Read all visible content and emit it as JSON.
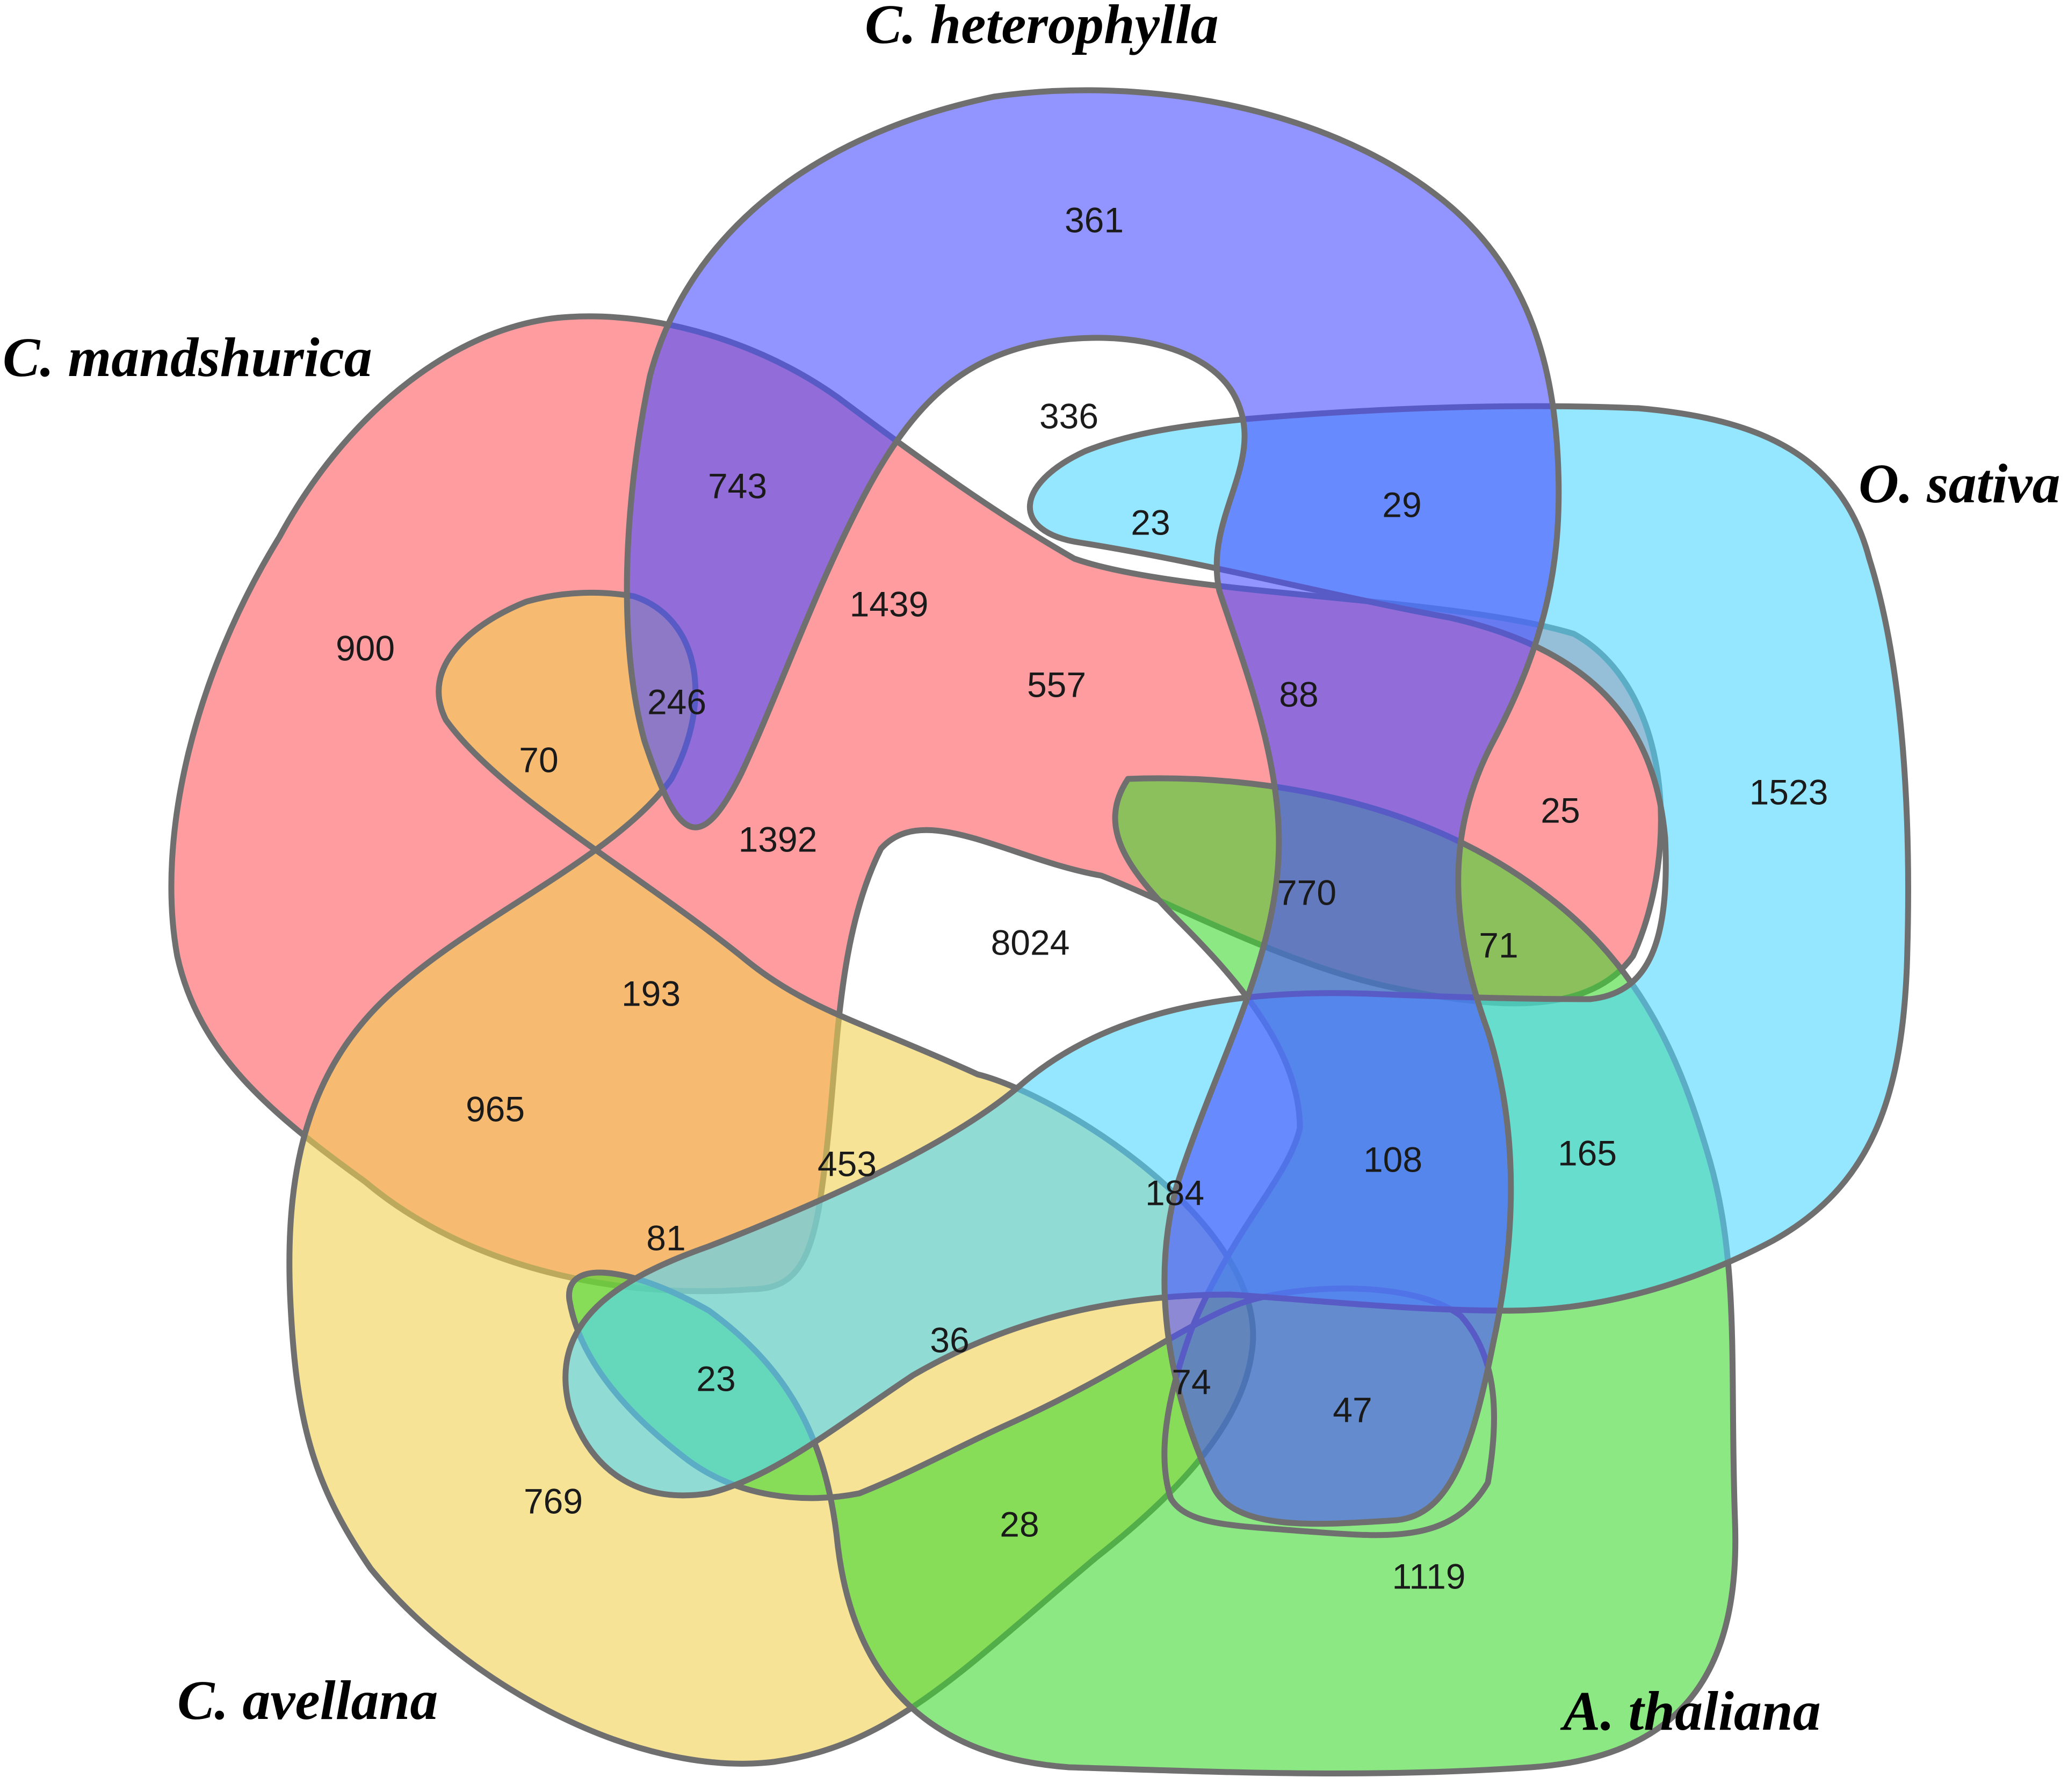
{
  "sets": [
    {
      "id": "mandshurica",
      "label": "C. mandshurica",
      "color": "#ff5a60"
    },
    {
      "id": "heterophylla",
      "label": "C. heterophylla",
      "color": "#4a4cff"
    },
    {
      "id": "sativa",
      "label": "O. sativa",
      "color": "#4fd6ff"
    },
    {
      "id": "thaliana",
      "label": "A. thaliana",
      "color": "#3ed82f"
    },
    {
      "id": "avellana",
      "label": "C. avellana",
      "color": "#f0d050"
    }
  ],
  "regions": [
    {
      "sets": [
        "heterophylla"
      ],
      "value": "361"
    },
    {
      "sets": [
        "mandshurica"
      ],
      "value": "900"
    },
    {
      "sets": [
        "sativa"
      ],
      "value": "1523"
    },
    {
      "sets": [
        "thaliana"
      ],
      "value": "1119"
    },
    {
      "sets": [
        "avellana"
      ],
      "value": "769"
    },
    {
      "sets": [
        "mandshurica",
        "heterophylla"
      ],
      "value": "743"
    },
    {
      "sets": [
        "heterophylla",
        "thaliana"
      ],
      "value": "336"
    },
    {
      "sets": [
        "heterophylla",
        "sativa",
        "thaliana"
      ],
      "value": "23"
    },
    {
      "sets": [
        "heterophylla",
        "sativa"
      ],
      "value": "29"
    },
    {
      "sets": [
        "mandshurica",
        "heterophylla",
        "thaliana"
      ],
      "value": "1439"
    },
    {
      "sets": [
        "mandshurica",
        "heterophylla",
        "sativa",
        "thaliana"
      ],
      "value": "557"
    },
    {
      "sets": [
        "heterophylla",
        "sativa",
        "thaliana",
        "avellana"
      ],
      "value": "88"
    },
    {
      "sets": [
        "mandshurica",
        "heterophylla",
        "avellana"
      ],
      "value": "246"
    },
    {
      "sets": [
        "mandshurica",
        "avellana"
      ],
      "value": "70"
    },
    {
      "sets": [
        "mandshurica",
        "heterophylla",
        "thaliana",
        "avellana"
      ],
      "value": "1392"
    },
    {
      "sets": [
        "sativa",
        "avellana"
      ],
      "value": "25"
    },
    {
      "sets": [
        "mandshurica",
        "heterophylla",
        "sativa",
        "thaliana",
        "avellana"
      ],
      "value": "8024"
    },
    {
      "sets": [
        "heterophylla",
        "sativa",
        "thaliana"
      ],
      "value": "770"
    },
    {
      "sets": [
        "sativa",
        "thaliana",
        "avellana"
      ],
      "value": "71"
    },
    {
      "sets": [
        "mandshurica",
        "thaliana",
        "avellana"
      ],
      "value": "193"
    },
    {
      "sets": [
        "mandshurica",
        "avellana"
      ],
      "value": "965"
    },
    {
      "sets": [
        "mandshurica",
        "sativa",
        "thaliana",
        "avellana"
      ],
      "value": "453"
    },
    {
      "sets": [
        "mandshurica",
        "sativa",
        "thaliana"
      ],
      "value": "184"
    },
    {
      "sets": [
        "heterophylla",
        "sativa",
        "thaliana"
      ],
      "value": "108"
    },
    {
      "sets": [
        "sativa",
        "thaliana"
      ],
      "value": "165"
    },
    {
      "sets": [
        "mandshurica",
        "avellana"
      ],
      "value": "81"
    },
    {
      "sets": [
        "avellana",
        "thaliana"
      ],
      "value": "23"
    },
    {
      "sets": [
        "sativa",
        "thaliana",
        "avellana"
      ],
      "value": "36"
    },
    {
      "sets": [
        "sativa",
        "thaliana",
        "avellana"
      ],
      "value": "74"
    },
    {
      "sets": [
        "heterophylla",
        "sativa",
        "thaliana"
      ],
      "value": "47"
    },
    {
      "sets": [
        "thaliana",
        "avellana"
      ],
      "value": "28"
    }
  ]
}
